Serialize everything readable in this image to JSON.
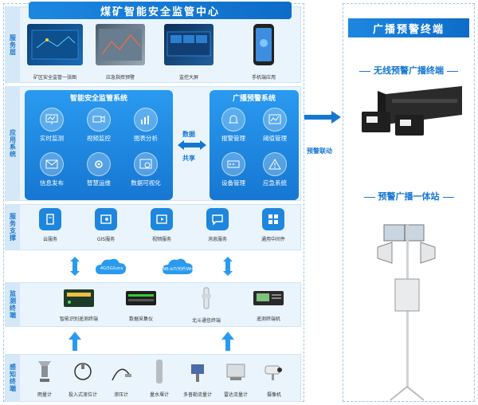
{
  "main_title": "煤矿智能安全监管中心",
  "layers": {
    "service": "服务层",
    "application": "应用系统",
    "support": "服务支撑",
    "monitor": "监测终端",
    "sensing": "感知终端"
  },
  "screens": [
    "矿区安全监管一张图",
    "应急指挥预警",
    "监控大屏",
    "手机端应用"
  ],
  "smart_system": {
    "title": "智能安全监管系统",
    "items": [
      "实时监测",
      "视频监控",
      "图表分析",
      "信息发布",
      "智慧运维",
      "数据可视化"
    ]
  },
  "exchange": {
    "top": "数据",
    "bottom": "共享"
  },
  "broadcast_system": {
    "title": "广播预警系统",
    "items": [
      "报警管理",
      "阈值管理",
      "设备管理",
      "应急系统"
    ]
  },
  "link_label": "预警联动",
  "services": [
    "云服务",
    "GIS服务",
    "视频服务",
    "消息服务",
    "通用中间件"
  ],
  "clouds": [
    "4G/5G/Lora",
    "NB-IoT/光纤/Wifi"
  ],
  "monitor_devices": [
    "智能识别遥测终端",
    "数据采集仪",
    "北斗通信终端",
    "遥测终端机"
  ],
  "sensors": [
    "雨量计",
    "投入式液位计",
    "渗压计",
    "量水堰计",
    "多普勒流量计",
    "雷达流量计",
    "摄像机"
  ],
  "right": {
    "title": "广播预警终端",
    "wireless": "无线预警广播终端",
    "station": "预警广播一体站"
  },
  "colors": {
    "primary": "#1677d2",
    "panel": "#2a9af0",
    "layer_bg": "#eaf4fd"
  }
}
